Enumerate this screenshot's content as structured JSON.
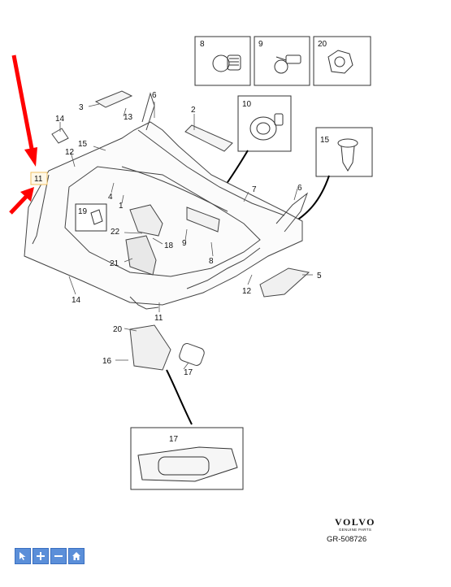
{
  "diagram": {
    "callouts": {
      "c1": "1",
      "c2": "2",
      "c3": "3",
      "c4": "4",
      "c5": "5",
      "c6a": "6",
      "c6b": "6",
      "c7": "7",
      "c8a": "8",
      "c8b": "8",
      "c9a": "9",
      "c9b": "9",
      "c10": "10",
      "c11a": "11",
      "c11b": "11",
      "c12a": "12",
      "c12b": "12",
      "c13": "13",
      "c14a": "14",
      "c14b": "14",
      "c15a": "15",
      "c15b": "15",
      "c16": "16",
      "c17a": "17",
      "c17b": "17",
      "c18": "18",
      "c19": "19",
      "c20a": "20",
      "c20b": "20",
      "c21": "21",
      "c22": "22"
    },
    "colors": {
      "line": "#333333",
      "arrow": "#ff0000",
      "box_highlight": "#f0c060"
    }
  },
  "brand": {
    "name": "VOLVO",
    "subtitle": "GENUINE PARTS",
    "ref": "GR-508726"
  },
  "toolbar": {
    "icons": [
      "pointer-icon",
      "zoom-in-icon",
      "zoom-out-icon",
      "home-icon"
    ]
  }
}
